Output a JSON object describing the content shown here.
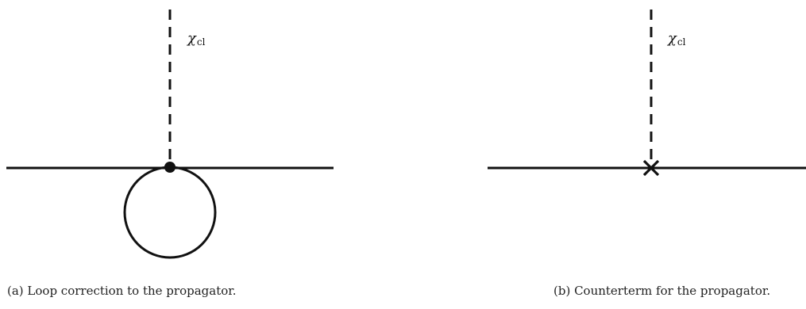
{
  "panel_a": {
    "field_symbol": "χ",
    "field_subscript": "cl",
    "caption": "(a) Loop correction to the propagator."
  },
  "panel_b": {
    "field_symbol": "χ",
    "field_subscript": "cl",
    "caption": "(b) Counterterm for the propagator."
  },
  "colors": {
    "line": "#111111",
    "text": "#222222"
  }
}
